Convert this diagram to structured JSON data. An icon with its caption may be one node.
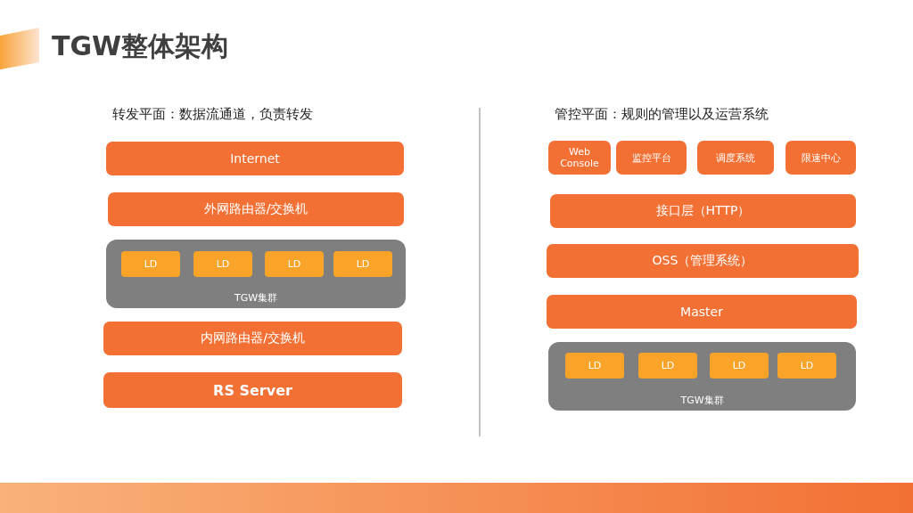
{
  "diagram": {
    "title": "TGW整体架构",
    "nodes": [
      {
        "text": [
          "Internet"
        ]
      },
      {
        "text": [
          "外网路由器/交换机"
        ]
      },
      {
        "text": [
          "TGW集群"
        ]
      },
      {
        "text": [
          "LD"
        ],
        "in": 2
      },
      {
        "text": [
          "LD"
        ],
        "in": 2
      },
      {
        "text": [
          "LD"
        ],
        "in": 2
      },
      {
        "text": [
          "LD"
        ],
        "in": 2
      },
      {
        "text": [
          "内网路由器/交换机"
        ]
      },
      {
        "text": [
          "RS Server"
        ]
      },
      {
        "text": [
          "Web Console"
        ]
      },
      {
        "text": [
          "监控平台"
        ]
      },
      {
        "text": [
          "调度系统"
        ]
      },
      {
        "text": [
          "限速中心"
        ]
      },
      {
        "text": [
          "接口层（HTTP）"
        ]
      },
      {
        "text": [
          "OSS（管理系统）"
        ]
      },
      {
        "text": [
          "Master"
        ]
      },
      {
        "text": [
          "TGW集群"
        ]
      },
      {
        "text": [
          "LD"
        ],
        "in": 16
      },
      {
        "text": [
          "LD"
        ],
        "in": 16
      },
      {
        "text": [
          "LD"
        ],
        "in": 16
      },
      {
        "text": [
          "LD"
        ],
        "in": 16
      }
    ],
    "labels": [
      "转发平面：数据流通道，负责转发",
      "管控平面：规则的管理以及运营系统"
    ]
  }
}
